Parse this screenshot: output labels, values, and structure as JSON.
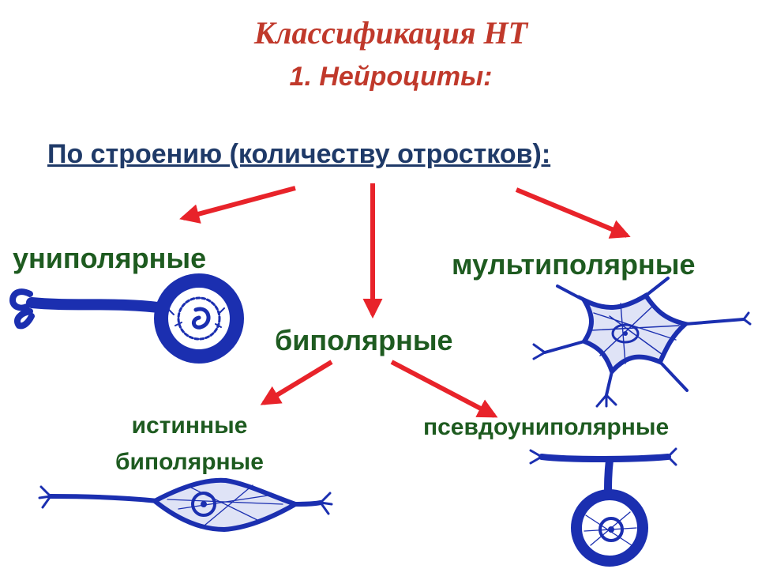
{
  "title": "Классификация НТ",
  "heading": "1. Нейроциты:",
  "subtitle": "По строению (количеству отростков):",
  "labels": {
    "unipolar": "униполярные",
    "bipolar": "биполярные",
    "multipolar": "мультиполярные",
    "true_bipolar_line1": "истинные",
    "true_bipolar_line2": "биполярные",
    "pseudounipolar": "псевдоуниполярные"
  },
  "colors": {
    "title": "#c0392b",
    "subtitle": "#1f3a68",
    "labels": "#1e5b20",
    "arrows": "#e8232a",
    "neuron": "#1b2fb0"
  }
}
